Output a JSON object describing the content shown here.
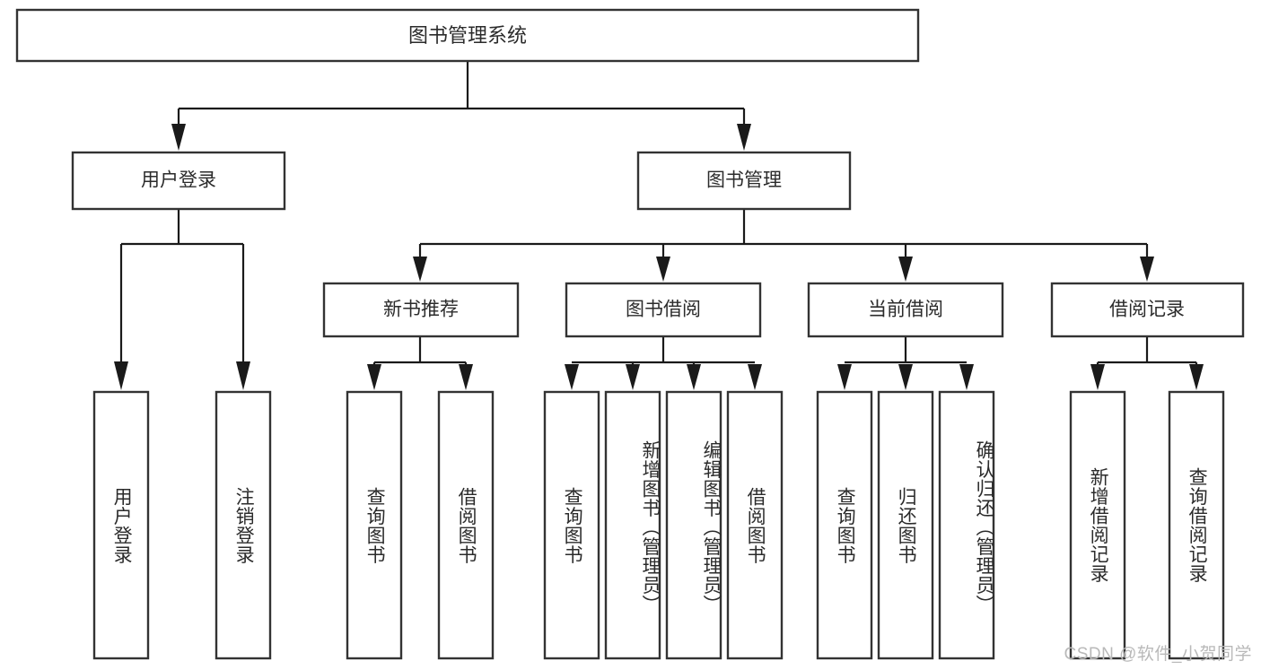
{
  "diagram": {
    "type": "hierarchy-tree",
    "title": "图书管理系统",
    "watermark": "CSDN @软件_小贺同学",
    "colors": {
      "box_stroke": "#333333",
      "box_fill": "#ffffff",
      "connector": "#1a1a1a",
      "text": "#2b2b2b",
      "watermark": "#b9b9b9",
      "background": "#ffffff"
    },
    "root": {
      "id": "root",
      "label": "图书管理系统"
    },
    "level2": [
      {
        "id": "user-login",
        "label": "用户登录"
      },
      {
        "id": "book-manage",
        "label": "图书管理"
      }
    ],
    "level3": [
      {
        "id": "new-book-recommend",
        "label": "新书推荐",
        "parent": "book-manage"
      },
      {
        "id": "book-borrow",
        "label": "图书借阅",
        "parent": "book-manage"
      },
      {
        "id": "current-borrow",
        "label": "当前借阅",
        "parent": "book-manage"
      },
      {
        "id": "borrow-record",
        "label": "借阅记录",
        "parent": "book-manage"
      }
    ],
    "leaves": [
      {
        "id": "leaf-user-login",
        "label": "用户登录",
        "parent": "user-login"
      },
      {
        "id": "leaf-user-logout",
        "label": "注销登录",
        "parent": "user-login"
      },
      {
        "id": "leaf-query-book-1",
        "label": "查询图书",
        "parent": "new-book-recommend"
      },
      {
        "id": "leaf-borrow-book-1",
        "label": "借阅图书",
        "parent": "new-book-recommend"
      },
      {
        "id": "leaf-query-book-2",
        "label": "查询图书",
        "parent": "book-borrow"
      },
      {
        "id": "leaf-add-book",
        "label": "新增图书（管理员）",
        "parent": "book-borrow"
      },
      {
        "id": "leaf-edit-book",
        "label": "编辑图书（管理员）",
        "parent": "book-borrow"
      },
      {
        "id": "leaf-borrow-book-2",
        "label": "借阅图书",
        "parent": "book-borrow"
      },
      {
        "id": "leaf-query-book-3",
        "label": "查询图书",
        "parent": "current-borrow"
      },
      {
        "id": "leaf-return-book",
        "label": "归还图书",
        "parent": "current-borrow"
      },
      {
        "id": "leaf-confirm-return",
        "label": "确认归还（管理员）",
        "parent": "current-borrow"
      },
      {
        "id": "leaf-add-record",
        "label": "新增借阅记录",
        "parent": "borrow-record"
      },
      {
        "id": "leaf-query-record",
        "label": "查询借阅记录",
        "parent": "borrow-record"
      }
    ]
  }
}
